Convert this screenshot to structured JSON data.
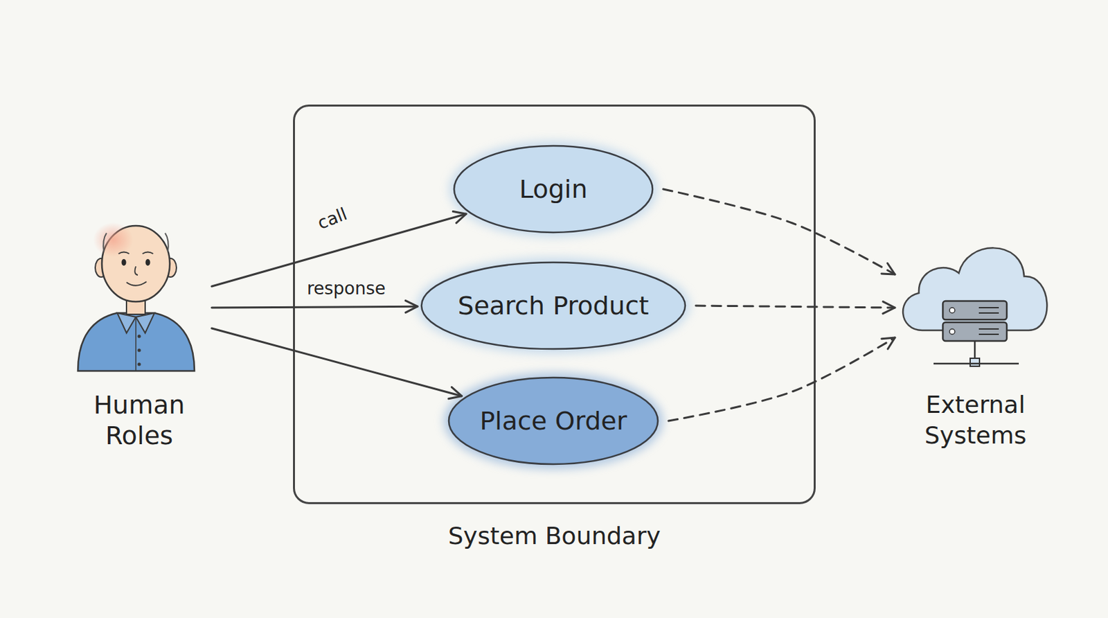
{
  "diagram": {
    "nodes": [
      {
        "text": [
          "Human Roles"
        ]
      },
      {
        "text": [
          "System Boundary"
        ]
      },
      {
        "text": [
          "Login"
        ],
        "in": 1
      },
      {
        "text": [
          "Search Product"
        ],
        "in": 1
      },
      {
        "text": [
          "Place Order"
        ],
        "in": 1
      },
      {
        "text": [
          "External Systems"
        ]
      }
    ],
    "edges": [
      {
        "from": 0,
        "to": 2,
        "arrow": "to",
        "label": "call"
      },
      {
        "from": 0,
        "to": 3,
        "arrow": "to",
        "label": "response"
      },
      {
        "from": 0,
        "to": 4,
        "arrow": "to"
      },
      {
        "from": 2,
        "to": 5,
        "arrow": "to"
      },
      {
        "from": 3,
        "to": 5,
        "arrow": "to"
      },
      {
        "from": 4,
        "to": 5,
        "arrow": "to"
      }
    ]
  }
}
